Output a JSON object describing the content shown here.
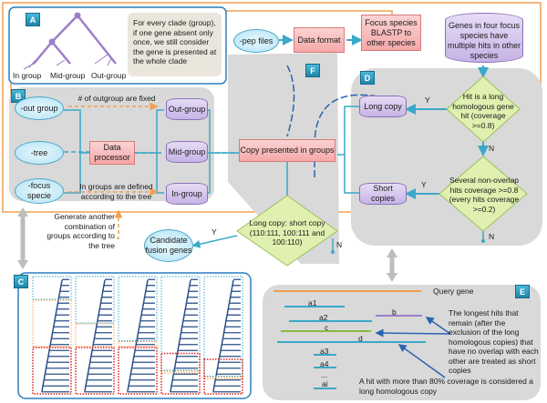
{
  "panels": {
    "A": {
      "badge": "A",
      "tree_labels": [
        "In group",
        "Mid-group",
        "Out-group"
      ],
      "note": "For every clade (group), if one gene absent only once, we still consider the gene is presented at the whole clade"
    },
    "B": {
      "badge": "B",
      "inputs": [
        "-out group",
        "-tree",
        "-focus specie"
      ],
      "processor": "Data processor",
      "outputs": [
        "Out-group",
        "Mid-group",
        "In-group"
      ],
      "note_top": "# of outgroup are fixed",
      "note_bottom": "In groups are defined according to the tree"
    },
    "C": {
      "badge": "C"
    },
    "D": {
      "badge": "D",
      "decision1": "Hit is a long homologous gene hit (coverage >=0.8)",
      "decision2": "Several non-overlap hits coverage >=0.8 (every hits coverage >=0.2)",
      "long_copy": "Long copy",
      "short_copies": "Short copies",
      "yes": "Y",
      "no": "N"
    },
    "E": {
      "badge": "E",
      "query_label": "Query gene",
      "hits": [
        "a1",
        "b",
        "a2",
        "c",
        "d",
        "a3",
        "a4",
        "...",
        "ai"
      ],
      "note_short": "The longest hits that remain (after the exclusion of the long homologous copies) that have no overlap with each other are treated as short copies",
      "note_long": "A hit with more than 80% coverage is considered a long homologous copy"
    },
    "F": {
      "badge": "F",
      "copy_presented": "Copy presented in groups",
      "decision": "Long copy: short copy (110:111, 100:111 and 100:110)",
      "candidate": "Candidate fusion genes",
      "regenerate": "Generate another combination of groups according to the tree",
      "yes": "Y",
      "no": "N"
    }
  },
  "pipeline": {
    "pep_files": "-pep files",
    "data_format": "Data format",
    "blastp": "Focus species BLASTP to other species",
    "genes_multi_hits": "Genes in four focus species have multiple hits in other species"
  },
  "colors": {
    "orange": "#f0a050",
    "teal": "#3aa8c8",
    "purple": "#9b7fc9",
    "blue_dark": "#2a64b0",
    "red_dotted": "#e02020",
    "green_line": "#8ab840",
    "panel_gray": "#d9d9d9"
  }
}
